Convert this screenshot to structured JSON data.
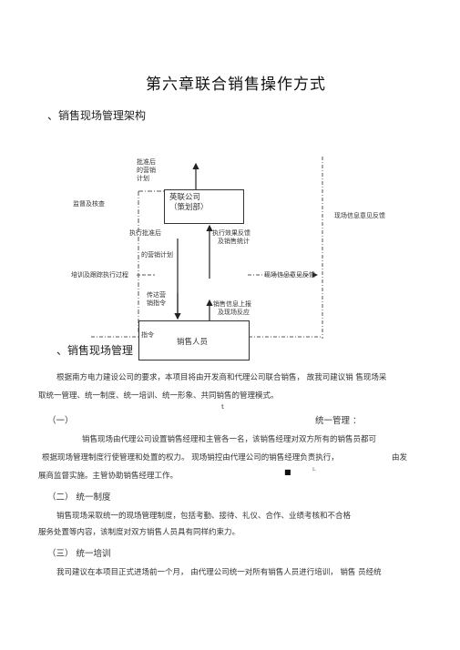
{
  "title": "第六章联合销售操作方式",
  "section1": "、销售现场管理架构",
  "diagram": {
    "top_note": [
      "批准后",
      "的营销",
      "计划"
    ],
    "supervise": "监督及核查",
    "company_box": [
      "英联公司",
      "（策划部）"
    ],
    "feedback_right": "现场信息意见反馈",
    "exec_approve": "执行批准后",
    "exec_feedback": [
      "执行效果反馈",
      "及销售统计"
    ],
    "marketing_plan": "的营销计划",
    "training": "培训及跟踪执行过程",
    "feedback_mid": "现场信息意见反馈",
    "convey": [
      "传达营",
      "销指令"
    ],
    "sales_report": [
      "销售信息上报",
      "及现场反应"
    ],
    "instruction": "指令",
    "staff_box": "销售人员"
  },
  "section2": "、销售现场管理",
  "intro": [
    "根据南方电力建设公司的要求，本项目将由开发商和代理公司联合销售，  故我司建议销  售现场采",
    "取统一管理、统一制度、统一培训、统一形象、共同销售的管理模式。"
  ],
  "stray_mark": "t",
  "sub1_num": "（一）",
  "sub1_title": "统一管理  ：",
  "sub1_lines": [
    "销售现场由代理公司设置销售经理和主管各一名，该销售经理对双方所有的销售员都可",
    "根据现场管理制度行使管理和处置的权力。  现场销控由代理公司的销售经理负责执行，",
    "由发",
    "展商监督实施。主管协助销售经理工作。"
  ],
  "square_mark": "■",
  "small_mark": "L",
  "sub2_title": "（二）  统一制度",
  "sub2_lines": [
    "销售现场采取统一的现场管理制度，包括考勤、接待、礼仪、合作、业绩考核和不合格",
    "服务处置等内容，该制度对双方销售人员具有同样约束力。"
  ],
  "sub3_title": "（三）  统一培训",
  "sub3_lines": [
    "我司建议在本项目正式进场前一个月，  由代理公司统一对所有销售人员进行培训，  销售  员经统"
  ]
}
